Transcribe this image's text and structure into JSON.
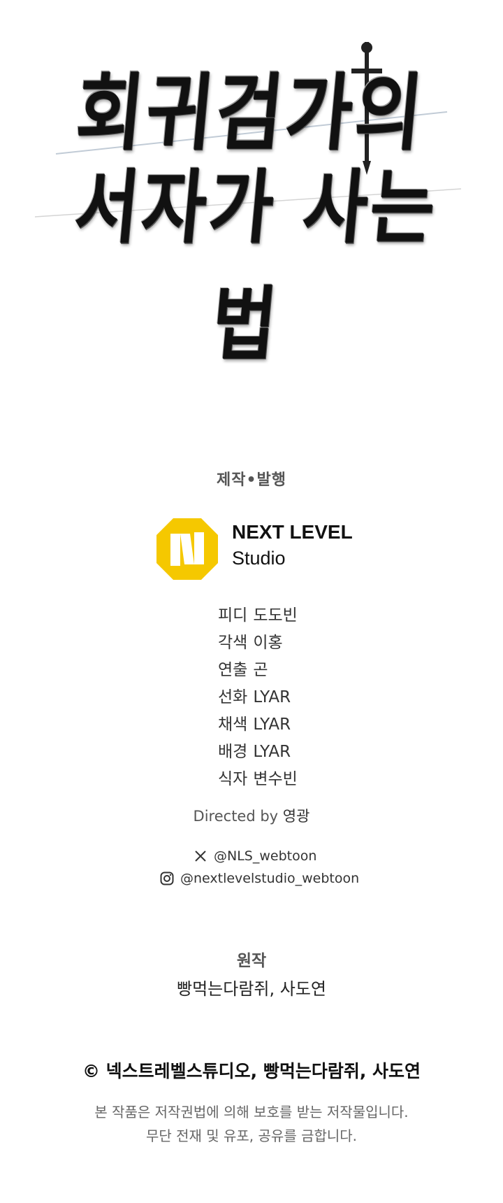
{
  "title": {
    "line1": "회귀검가의",
    "line2": "서자가 사는 법"
  },
  "production_label": "제작•발행",
  "studio": {
    "name": "NEXT LEVEL",
    "sub": "Studio",
    "logo_color": "#F5C800"
  },
  "staff": [
    {
      "role": "피디",
      "name": "도도빈"
    },
    {
      "role": "각색",
      "name": "이홍"
    },
    {
      "role": "연출",
      "name": "곤"
    },
    {
      "role": "선화",
      "name": "LYAR"
    },
    {
      "role": "채색",
      "name": "LYAR"
    },
    {
      "role": "배경",
      "name": "LYAR"
    },
    {
      "role": "식자",
      "name": "변수빈"
    }
  ],
  "directed": {
    "label": "Directed by",
    "name": "영광"
  },
  "social": {
    "x_handle": "@NLS_webtoon",
    "instagram_handle": "@nextlevelstudio_webtoon",
    "icons": [
      "x-icon",
      "instagram-icon"
    ]
  },
  "original": {
    "label": "원작",
    "authors": "빵먹는다람쥐, 사도연"
  },
  "copyright": "© 넥스트레벨스튜디오, 빵먹는다람쥐, 사도연",
  "notice": {
    "line1": "본 작품은 저작권법에 의해 보호를 받는 저작물입니다.",
    "line2": "무단 전재 및 유포, 공유를 금합니다."
  }
}
